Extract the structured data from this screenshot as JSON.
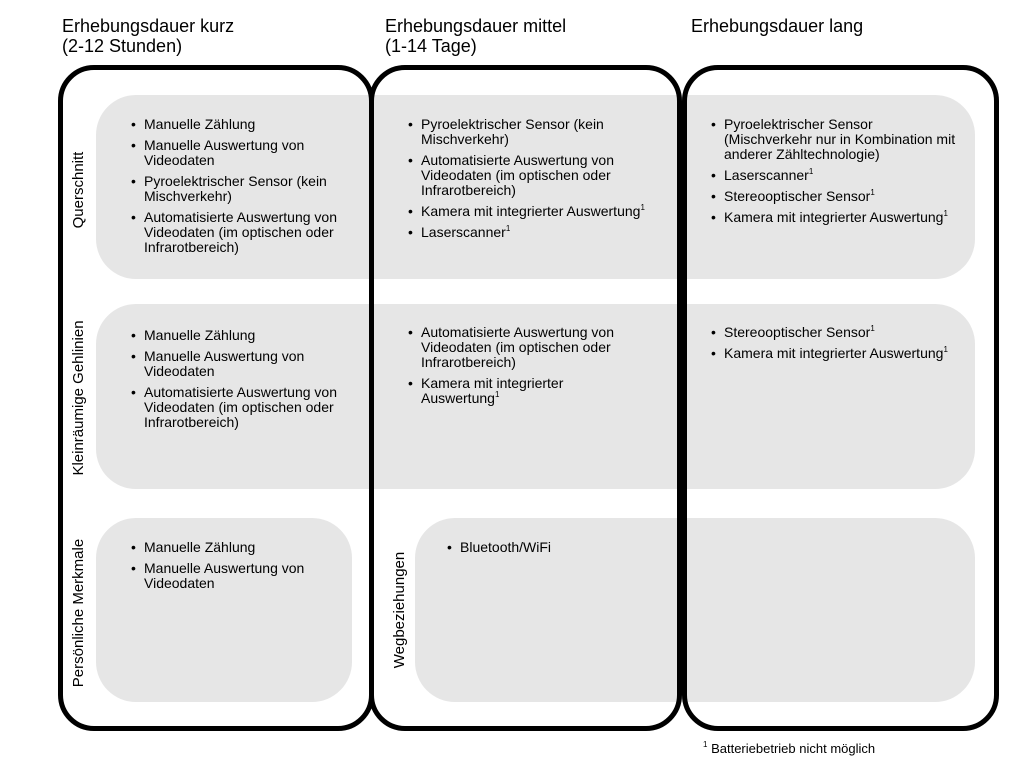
{
  "headers": {
    "kurz": [
      "Erhebungsdauer kurz",
      "(2-12 Stunden)"
    ],
    "mittel": [
      "Erhebungsdauer mittel",
      "(1-14 Tage)"
    ],
    "lang": [
      "Erhebungsdauer lang"
    ]
  },
  "rows": {
    "querschnitt": "Querschnitt",
    "kleinraeumig": "Kleinräumige Gehlinien",
    "persoenlich": "Persönliche Merkmale",
    "weg": "Wegbeziehungen"
  },
  "cells": {
    "q_kurz": [
      {
        "text": "Manuelle Zählung",
        "fn": ""
      },
      {
        "text": "Manuelle Auswertung von Videodaten",
        "fn": ""
      },
      {
        "text": "Pyroelektrischer Sensor (kein Mischverkehr)",
        "fn": ""
      },
      {
        "text": "Automatisierte Auswertung von Videodaten (im optischen oder Infrarotbereich)",
        "fn": ""
      }
    ],
    "q_mittel": [
      {
        "text": "Pyroelektrischer Sensor (kein Mischverkehr)",
        "fn": ""
      },
      {
        "text": "Automatisierte Auswertung von Videodaten (im optischen oder Infrarotbereich)",
        "fn": ""
      },
      {
        "text": "Kamera mit integrierter Auswertung",
        "fn": "1"
      },
      {
        "text": "Laserscanner",
        "fn": "1"
      }
    ],
    "q_lang": [
      {
        "text": "Pyroelektrischer Sensor (Mischverkehr nur in Kombination mit anderer Zähltechnologie)",
        "fn": ""
      },
      {
        "text": "Laserscanner",
        "fn": "1"
      },
      {
        "text": "Stereooptischer Sensor",
        "fn": "1"
      },
      {
        "text": "Kamera mit integrierter Auswertung",
        "fn": "1"
      }
    ],
    "k_kurz": [
      {
        "text": "Manuelle Zählung",
        "fn": ""
      },
      {
        "text": "Manuelle Auswertung von Videodaten",
        "fn": ""
      },
      {
        "text": "Automatisierte Auswertung von Videodaten (im optischen oder Infrarotbereich)",
        "fn": ""
      }
    ],
    "k_mittel": [
      {
        "text": "Automatisierte Auswertung von Videodaten (im optischen oder Infrarotbereich)",
        "fn": ""
      },
      {
        "text": "Kamera mit integrierter Auswertung",
        "fn": "1"
      }
    ],
    "k_lang": [
      {
        "text": "Stereooptischer Sensor",
        "fn": "1"
      },
      {
        "text": "Kamera mit integrierter Auswertung",
        "fn": "1"
      }
    ],
    "p_kurz": [
      {
        "text": "Manuelle Zählung",
        "fn": ""
      },
      {
        "text": "Manuelle Auswertung von Videodaten",
        "fn": ""
      }
    ],
    "w_mittel": [
      {
        "text": "Bluetooth/WiFi",
        "fn": ""
      }
    ]
  },
  "footnote": {
    "mark": "1",
    "text": "Batteriebetrieb nicht möglich"
  },
  "colors": {
    "band": "#e6e6e6",
    "frame": "#000000"
  }
}
